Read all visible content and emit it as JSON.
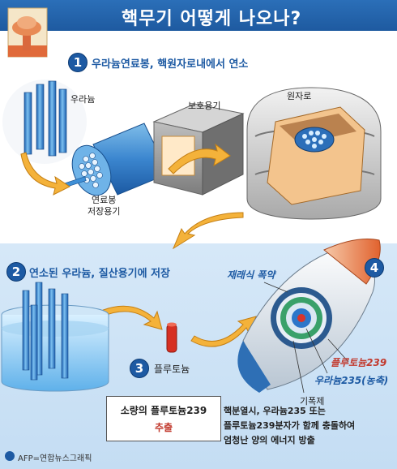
{
  "title": "핵무기 어떻게 나오나?",
  "step1": {
    "number": "1",
    "label": "우라늄연료봉, 핵원자로내에서 연소"
  },
  "step2": {
    "number": "2",
    "label": "연소된 우라늄, 질산용기에 저장"
  },
  "step3": {
    "number": "3",
    "label": "플루토늄"
  },
  "step4": {
    "number": "4"
  },
  "labels": {
    "uranium": "우라늄",
    "protective_container": "보호용기",
    "reactor": "원자로",
    "fuel_rod_line1": "연료봉",
    "fuel_rod_line2": "저장용기",
    "explosive": "재래식 폭약",
    "plutonium239": "플루토늄239",
    "uranium235": "우라늄235(농축)",
    "detonator": "기폭제"
  },
  "extraction_box": {
    "line1": "소량의 플루토늄239",
    "line2": "추출"
  },
  "explanation": {
    "line1": "핵분열시, 우라늄235 또는",
    "line2": "플루토늄239분자가 함께 충돌하여",
    "line3": "엄청난 양의 에너지 방출"
  },
  "credit": "AFP=연합뉴스그래픽",
  "colors": {
    "accent": "#1d5aa3",
    "red": "#c23a2e",
    "arrow": "#f4b23a"
  }
}
